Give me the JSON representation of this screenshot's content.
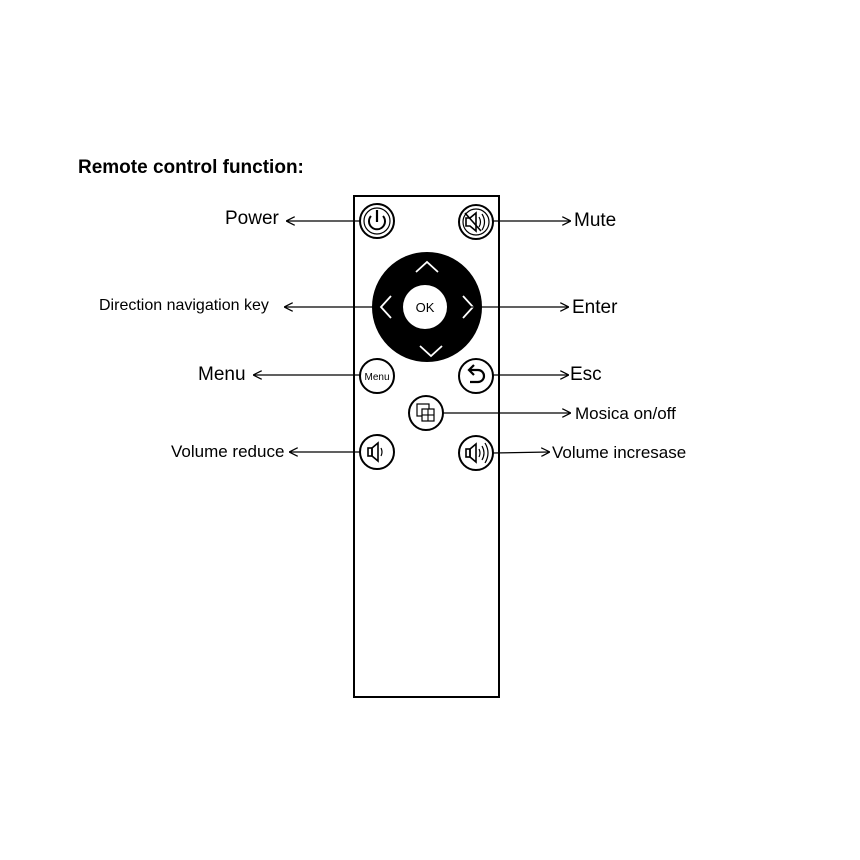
{
  "title": "Remote control function:",
  "buttons": {
    "ok": "OK",
    "menu": "Menu"
  },
  "labels": {
    "power": "Power",
    "mute": "Mute",
    "direction": "Direction navigation key",
    "enter": "Enter",
    "menu": "Menu",
    "esc": "Esc",
    "mosaic": "Mosica on/off",
    "volume_reduce": "Volume reduce",
    "volume_increase": "Volume incresase"
  },
  "icons": {
    "power": "power-icon",
    "mute": "mute-icon",
    "up": "chevron-up-icon",
    "down": "chevron-down-icon",
    "left": "chevron-left-icon",
    "right": "chevron-right-icon",
    "back": "back-arrow-icon",
    "mosaic": "mosaic-icon",
    "volume_down": "volume-down-icon",
    "volume_up": "volume-up-icon"
  }
}
